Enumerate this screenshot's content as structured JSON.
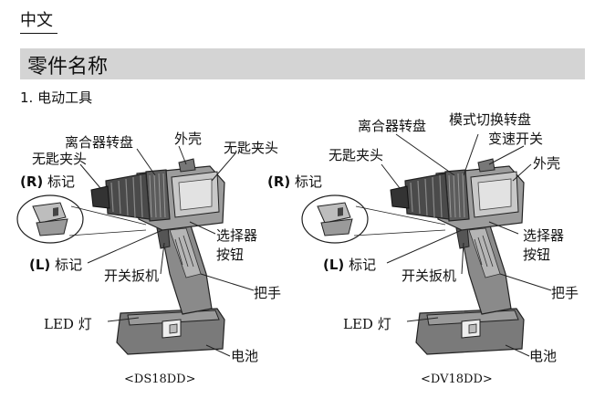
{
  "page": {
    "language": "中文",
    "section_title": "零件名称",
    "subsection": "1. 电动工具"
  },
  "left_tool": {
    "model": "<DS18DD>",
    "labels": {
      "gear_dial": "离合器转盘",
      "housing": "外壳",
      "keyless_chuck_left": "无匙夹头",
      "keyless_chuck_right": "无匙夹头",
      "r_mark_symbol": "(R)",
      "r_mark_text": "标记",
      "l_mark_symbol": "(L)",
      "l_mark_text": "标记",
      "selector_line1": "选择器",
      "selector_line2": "按钮",
      "trigger": "开关扳机",
      "handle": "把手",
      "led": "LED 灯",
      "battery": "电池"
    }
  },
  "right_tool": {
    "model": "<DV18DD>",
    "labels": {
      "gear_dial": "离合器转盘",
      "mode_dial": "模式切换转盘",
      "speed_switch": "变速开关",
      "housing": "外壳",
      "keyless_chuck": "无匙夹头",
      "r_mark_symbol": "(R)",
      "r_mark_text": "标记",
      "l_mark_symbol": "(L)",
      "l_mark_text": "标记",
      "selector_line1": "选择器",
      "selector_line2": "按钮",
      "trigger": "开关扳机",
      "handle": "把手",
      "led": "LED 灯",
      "battery": "电池"
    }
  }
}
